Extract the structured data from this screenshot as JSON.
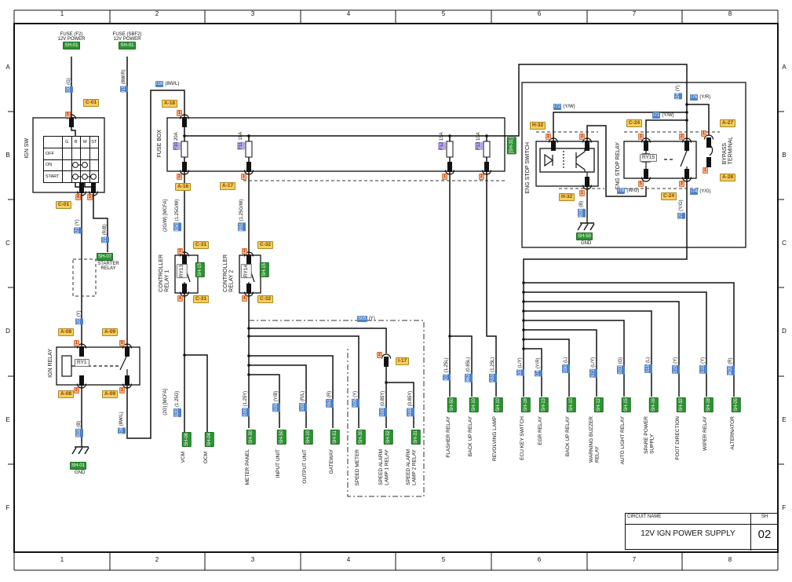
{
  "frame": {
    "cols": [
      "1",
      "2",
      "3",
      "4",
      "5",
      "6",
      "7",
      "8"
    ],
    "rows": [
      "A",
      "B",
      "C",
      "D",
      "E",
      "F"
    ]
  },
  "title_block": {
    "name_label": "CIRCUIT NAME",
    "name": "12V IGN POWER SUPPLY",
    "sh_label": "SH",
    "sheet": "02"
  },
  "f2": {
    "line1": "FUSE (F2)",
    "line2": "12V POWER",
    "ref": "SH-01"
  },
  "sbf2": {
    "line1": "FUSE (SBF2)",
    "line2": "12V POWER",
    "ref": "SH-01"
  },
  "ign_sw": {
    "title": "IGN SW",
    "cols": [
      "G",
      "B",
      "M",
      "ST"
    ],
    "rows": [
      "OFF",
      "ON",
      "START"
    ],
    "conn_top": "C-01",
    "conn_bot": "C-01"
  },
  "starter": {
    "ref": "SH-07",
    "line1": "STARTER",
    "line2": "RELAY"
  },
  "ign_relay": {
    "title": "IGN RELAY",
    "id": "RY1",
    "conn_tl": "A-08",
    "conn_tr": "A-09",
    "conn_bl": "A-08",
    "conn_br": "A-09"
  },
  "gnd_left": {
    "ref": "SH-01",
    "label": "GND"
  },
  "gnd_right": {
    "ref": "SH-50",
    "label": "GND"
  },
  "fuse_box": {
    "title": "FUSE BOX",
    "conn_in": "A-18",
    "conn_f10": "A-16",
    "conn_f11": "A-17",
    "ref_out": "[SH-31]",
    "fuses": [
      {
        "id": "F10",
        "amp": "20A"
      },
      {
        "id": "F11",
        "amp": "10A"
      },
      {
        "id": "F12",
        "amp": "15A"
      },
      {
        "id": "F13",
        "amp": "10A"
      }
    ]
  },
  "ctrl1": {
    "line1": "CONTROLLER",
    "line2": "RELAY 1",
    "id": "RY13",
    "ref": "SH-15",
    "conn_top": "C-31",
    "conn_bot": "C-31"
  },
  "ctrl2": {
    "line1": "CONTROLLER",
    "line2": "RELAY 2",
    "id": "RY14",
    "ref": "SH-15",
    "conn_top": "C-32",
    "conn_bot": "C-32"
  },
  "eng_stop_sw": {
    "title": "ENG STOP SWITCH",
    "conn_top": "H-32",
    "conn_bot": "H-32"
  },
  "eng_stop_relay": {
    "title": "ENG STOP RELAY",
    "id": "RY15",
    "conn_top": "C-24",
    "conn_bot": "C-24"
  },
  "bypass": {
    "line1": "BYPASS",
    "line2": "TERMINAL",
    "conn_top": "A-27",
    "conn_bot": "A-28"
  },
  "conn_i17": "I-17",
  "wl": {
    "i20g": {
      "c": "I20",
      "s": "(G)"
    },
    "i15": {
      "c": "I15",
      "s": "(8W/R)"
    },
    "i21": {
      "c": "I21",
      "s": "(Y)"
    },
    "i22": {
      "c": "I22",
      "s": "(R/B)"
    },
    "i20y": {
      "c": "I20",
      "s": "(Y)"
    },
    "b02": {
      "c": "B02",
      "s": "(B)"
    },
    "i16v": {
      "c": "I16",
      "s": "(8W/L)"
    },
    "i16h": {
      "c": "I16",
      "s": "(8W/L)"
    },
    "mcfa1": "(2G/W) [MCFA]",
    "b50": {
      "c": "B50",
      "s": "(1.25G/W)"
    },
    "b51": {
      "c": "B51",
      "s": "(1.25G/W)"
    },
    "mcfa2": "(2G) [MCFA]",
    "b20": {
      "c": "B20",
      "s": "(1.25G)"
    },
    "s05y": {
      "c": "S05",
      "s": "(Y)"
    },
    "i72": {
      "c": "I72",
      "s": "(Y/W)"
    },
    "i71": {
      "c": "I71",
      "s": "(Y/W)"
    },
    "i24": {
      "c": "I24",
      "s": "(Y)"
    },
    "i76": {
      "c": "I76",
      "s": "(Y/R)"
    },
    "i78": {
      "c": "I78",
      "s": "(W/G)"
    },
    "i74": {
      "c": "I74",
      "s": "(Y/G)"
    },
    "i70": {
      "c": "I70",
      "s": "(Y/G)"
    },
    "b28": {
      "c": "B28",
      "s": "(B)"
    }
  },
  "vcm": {
    "ref": "SH-06",
    "name": "VCM"
  },
  "ocm": {
    "ref": "SH-04",
    "name": "OCM"
  },
  "mid": [
    {
      "c": "S00",
      "s": "(1.25Y)",
      "ref": "SH-30",
      "n1": "METER PANEL",
      "n2": ""
    },
    {
      "c": "S05",
      "s": "(Y/B)",
      "ref": "SH-50",
      "n1": "INPUT UNIT",
      "n2": ""
    },
    {
      "c": "S05",
      "s": "(R/L)",
      "ref": "SH-10",
      "n1": "OUTPUT UNIT",
      "n2": ""
    },
    {
      "c": "S51",
      "s": "(R)",
      "ref": "SH-51",
      "n1": "GATEWAY",
      "n2": ""
    },
    {
      "c": "S05",
      "s": "(Y)",
      "ref": "SH-30",
      "n1": "SPEED METER",
      "n2": ""
    },
    {
      "c": "S00",
      "s": "(0.85Y)",
      "ref": "SH-52",
      "n1": "SPEED ALARM",
      "n2": "LAMP 1 RELAY"
    },
    {
      "c": "A00",
      "s": "(0.85Y)",
      "ref": "SH-31",
      "n1": "SPEED ALARM",
      "n2": "LAMP 2 RELAY"
    }
  ],
  "grp_f12": [
    {
      "c": "I03",
      "s": "(1.25L)",
      "ref": "SH-50",
      "n1": "FLASHER RELAY",
      "n2": ""
    },
    {
      "c": "B62",
      "s": "(0.85L)",
      "ref": "SH-10",
      "n1": "BACK UP RELAY",
      "n2": ""
    },
    {
      "c": "A50",
      "s": "(1.25L)",
      "ref": "SH-10",
      "n1": "REVOLVING LAMP",
      "n2": ""
    }
  ],
  "grp_right": [
    {
      "c": "I30",
      "s": "(L/Y)",
      "ref": "SH-16",
      "n1": "ECU KEY SWITCH",
      "n2": ""
    },
    {
      "c": "I74",
      "s": "(Y/R)",
      "ref": "SH-13",
      "n1": "EGR RELAY",
      "n2": ""
    },
    {
      "c": "S50",
      "s": "(L)",
      "ref": "SH-10",
      "n1": "BACK UP RELAY",
      "n2": ""
    },
    {
      "c": "S72",
      "s": "(L/Y)",
      "ref": "SH-12",
      "n1": "WARNING BUZZER",
      "n2": "RELAY"
    },
    {
      "c": "S03",
      "s": "(G)",
      "ref": "SH-15",
      "n1": "AUTO LIGHT RELAY",
      "n2": ""
    },
    {
      "c": "S15",
      "s": "(L)",
      "ref": "SH-16",
      "n1": "SPARE POWER",
      "n2": "SUPPLY"
    },
    {
      "c": "S15",
      "s": "(Y)",
      "ref": "SH-32",
      "n1": "FOOT DIRECTION",
      "n2": ""
    },
    {
      "c": "S10",
      "s": "(Y)",
      "ref": "SH-18",
      "n1": "WIPER RELAY",
      "n2": ""
    },
    {
      "c": "W20",
      "s": "(R)",
      "ref": "SH-05",
      "n1": "ALTERNATOR",
      "n2": ""
    }
  ],
  "pins": {
    "sw_t": "5",
    "sw_b1": "4",
    "sw_b2": "3",
    "fb_in": "1",
    "f10": "2",
    "f11": "1",
    "f12": "1",
    "f13": "2",
    "c1t": "2",
    "c1b": "4",
    "c2t": "2",
    "c2b": "4",
    "ir_tl": "1",
    "ir_tr": "5",
    "ir_bl": "2",
    "ir_br": "3",
    "es2": "2",
    "es3": "3",
    "es1": "1",
    "er1": "1",
    "er2": "2",
    "er5": "5",
    "er3": "3",
    "by_t": "1",
    "by_b": "1",
    "i17": "2"
  }
}
